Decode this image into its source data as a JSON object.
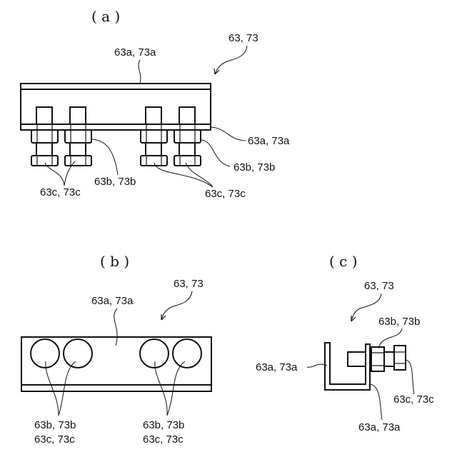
{
  "figure": {
    "panels": [
      {
        "id": "a",
        "caption": "( a )",
        "assembly_label": "63, 73",
        "labels": {
          "plate_top": "63a, 73a",
          "plate_right": "63a, 73a",
          "nut_middle": "63b, 73b",
          "nut_right": "63b, 73b",
          "cap_left": "63c, 73c",
          "cap_right": "63c, 73c"
        }
      },
      {
        "id": "b",
        "caption": "( b )",
        "assembly_label": "63, 73",
        "labels": {
          "plate_top": "63a, 73a",
          "holes_left_line1": "63b, 73b",
          "holes_left_line2": "63c, 73c",
          "holes_right_line1": "63b, 73b",
          "holes_right_line2": "63c, 73c"
        }
      },
      {
        "id": "c",
        "caption": "( c )",
        "assembly_label": "63, 73",
        "labels": {
          "nut": "63b, 73b",
          "bracket_left": "63a, 73a",
          "cap": "63c, 73c",
          "bracket_bottom": "63a, 73a"
        }
      }
    ]
  }
}
